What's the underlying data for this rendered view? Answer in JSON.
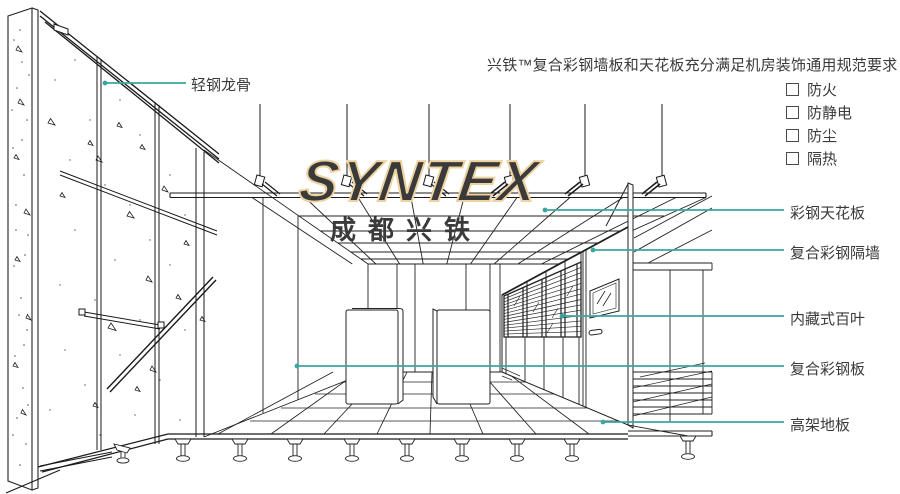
{
  "header": {
    "title": "兴铁™复合彩钢墙板和天花板充分满足机房装饰通用规范要求"
  },
  "checklist": {
    "items": [
      {
        "label": "防火"
      },
      {
        "label": "防静电"
      },
      {
        "label": "防尘"
      },
      {
        "label": "隔热"
      }
    ]
  },
  "annotations": {
    "left": [
      {
        "label": "轻钢龙骨"
      }
    ],
    "right": [
      {
        "label": "彩钢天花板"
      },
      {
        "label": "复合彩钢隔墙"
      },
      {
        "label": "内藏式百叶"
      },
      {
        "label": "复合彩钢板"
      },
      {
        "label": "高架地板"
      }
    ]
  },
  "watermark": {
    "logo": "SYNTEX",
    "subtext": "成都兴铁"
  },
  "colors": {
    "leader_line": "#3aa79f",
    "line_art": "#222222",
    "watermark_fill": "#f9ecc9",
    "watermark_outline": "#eed3a0"
  }
}
